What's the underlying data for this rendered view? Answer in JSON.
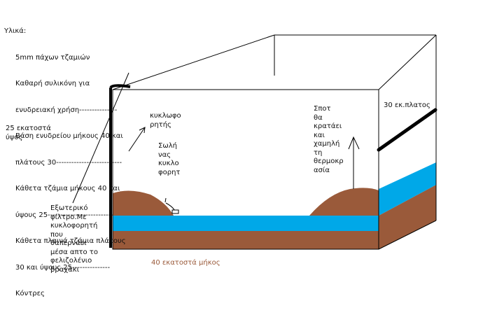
{
  "materials_block": {
    "lines": [
      "Υλικά:",
      "5mm πάχων τζαμιών",
      "Καθαρή συλικόνη για",
      "ενυδρειακή χρήση---------------",
      "Βάση ενυδρείου μήκους 40 και",
      "πλάτους 30--------------------------",
      "Κάθετα τζάμια μήκους 40 και",
      "ύψους 25--------------------------",
      "Κάθετα πλαινά τζάμια πλάτους",
      "30 και ύψους 25---------------",
      "Κόντρες"
    ]
  },
  "labels": {
    "height": "25 εκατοστά\nύψος",
    "width": "30 εκ.πλατος",
    "length": "40 εκατοστά μήκος",
    "circulator": "κυκλωφο\nρητής",
    "circulator_pipe": "Σωλή\nνας\nκυκλο\nφορητ",
    "spot_light": "Σποτ\nθα\nκρατάει\nκαι\nχαμηλή\nτη\nθερμοκρ\nασία",
    "external_filter": "Εξωτερικό\nφίλτρο.Με\nκυκλοφορητή\nπου\nθαπερνάει\nμέσα απτο το\nφελιζολένιο\nβραχάκι"
  },
  "colors": {
    "soil": "#9a5a3a",
    "water": "#00a8e8",
    "outline": "#000000",
    "label_brown": "#9a5a3a"
  }
}
